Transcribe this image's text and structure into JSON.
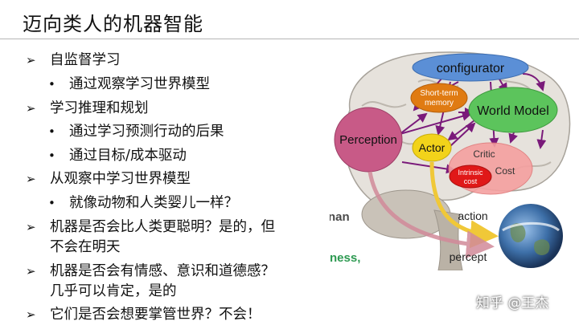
{
  "slide": {
    "title": "迈向类人的机器智能",
    "bullets": [
      {
        "marker": "➢",
        "text": "自监督学习"
      },
      {
        "marker": "•",
        "text": "通过观察学习世界模型"
      },
      {
        "marker": "➢",
        "text": "学习推理和规划"
      },
      {
        "marker": "•",
        "text": "通过学习预测行动的后果"
      },
      {
        "marker": "•",
        "text": "通过目标/成本驱动"
      },
      {
        "marker": "➢",
        "text": "从观察中学习世界模型"
      },
      {
        "marker": "•",
        "text": "就像动物和人类婴儿一样？"
      },
      {
        "marker": "➢",
        "text": "机器是否会比人类更聪明？是的，但"
      },
      {
        "marker": "",
        "text": "不会在明天"
      },
      {
        "marker": "➢",
        "text": "机器是否会有情感、意识和道德感？"
      },
      {
        "marker": "",
        "text": "几乎可以肯定，是的"
      },
      {
        "marker": "➢",
        "text": "它们是否会想要掌管世界？不会！"
      }
    ]
  },
  "figure": {
    "labels": {
      "configurator": "configurator",
      "short_term": "Short-term",
      "memory": "memory",
      "world_model": "World Model",
      "perception": "Perception",
      "actor": "Actor",
      "critic": "Critic",
      "intrinsic": "Intrinsic",
      "cost_small": "cost",
      "cost": "Cost",
      "action": "action",
      "percept": "percept",
      "frag_nan": "nan",
      "frag_ness": "ness,"
    },
    "colors": {
      "configurator": "#5b8fd6",
      "short_term": "#e07b12",
      "world_model": "#5cc45c",
      "perception": "#c85a87",
      "actor": "#f2d31a",
      "critic": "#f5a0a0",
      "intrinsic": "#e01818",
      "arrow": "#7a1a7a",
      "action_arrow": "#f0c838",
      "percept_arrow": "#d28a9a"
    }
  },
  "watermark": "知乎 @王杰"
}
